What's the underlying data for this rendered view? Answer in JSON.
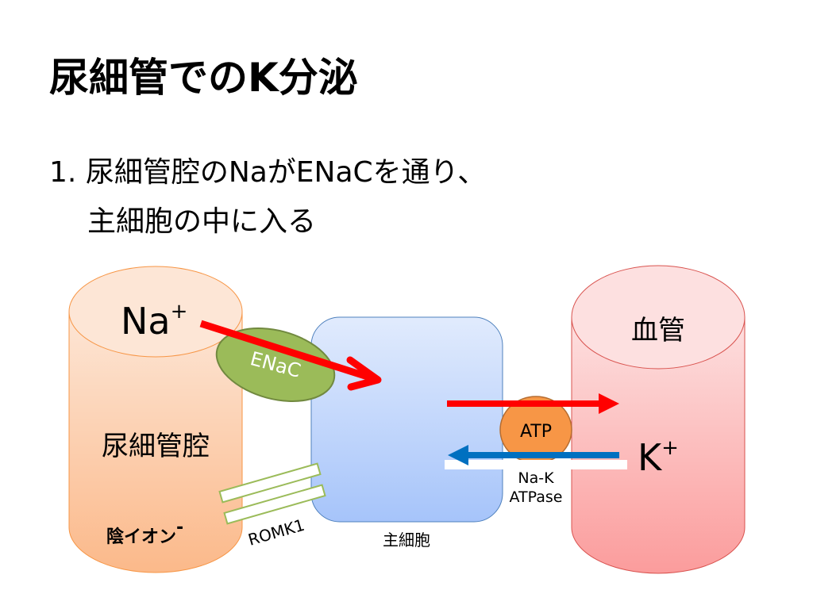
{
  "title": "尿細管でのK分泌",
  "bullet": {
    "number": "1.",
    "line1": "尿細管腔のNaがENaCを通り、",
    "line2": "主細胞の中に入る"
  },
  "diagram": {
    "lumen_label": "尿細管腔",
    "na_ion": "Na",
    "na_charge": "+",
    "anion_label": "陰イオン",
    "anion_charge": "-",
    "enac_label": "ENaC",
    "romk_label": "ROMK1",
    "cell_label": "主細胞",
    "atp_label": "ATP",
    "pump_label_1": "Na-K",
    "pump_label_2": "ATPase",
    "vessel_label": "血管",
    "k_ion": "K",
    "k_charge": "+"
  },
  "colors": {
    "red_arrow": "#ff0000",
    "blue_arrow": "#0070c0",
    "enac": "#9bbb59",
    "atp": "#f79646"
  }
}
